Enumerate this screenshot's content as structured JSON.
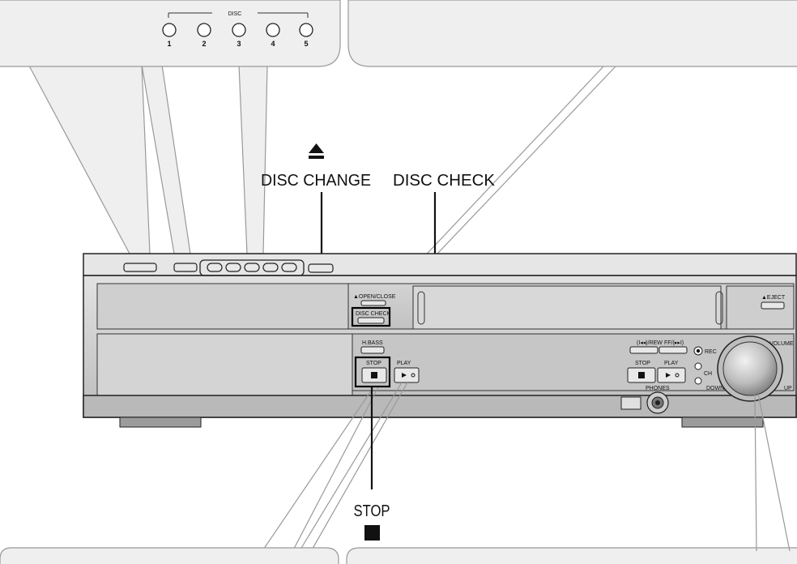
{
  "labels": {
    "disc": "DISC",
    "disc_numbers": [
      "1",
      "2",
      "3",
      "4",
      "5"
    ],
    "disc_change": "DISC CHANGE",
    "disc_check": "DISC CHECK",
    "stop": "STOP"
  },
  "panel": {
    "open_close": "▲OPEN/CLOSE",
    "disc_check_small": "DISC CHECK",
    "h_bass": "H.BASS",
    "stop": "STOP",
    "play": "PLAY",
    "rew": "(I◂◂)/REW",
    "ff": "FF/(▸▸I)",
    "stop_right": "STOP",
    "play_right": "PLAY",
    "phones": "PHONES",
    "rec": "REC",
    "ch": "CH",
    "down": "DOWN",
    "volume": "VOLUME",
    "up": "UP",
    "eject": "▲EJECT"
  },
  "colors": {
    "outline": "#222222",
    "body_light": "#d6d6d6",
    "body_mid": "#bdbdbd",
    "body_dark": "#9a9a9a",
    "callout_line": "#888888",
    "highlight_box": "#000000"
  }
}
